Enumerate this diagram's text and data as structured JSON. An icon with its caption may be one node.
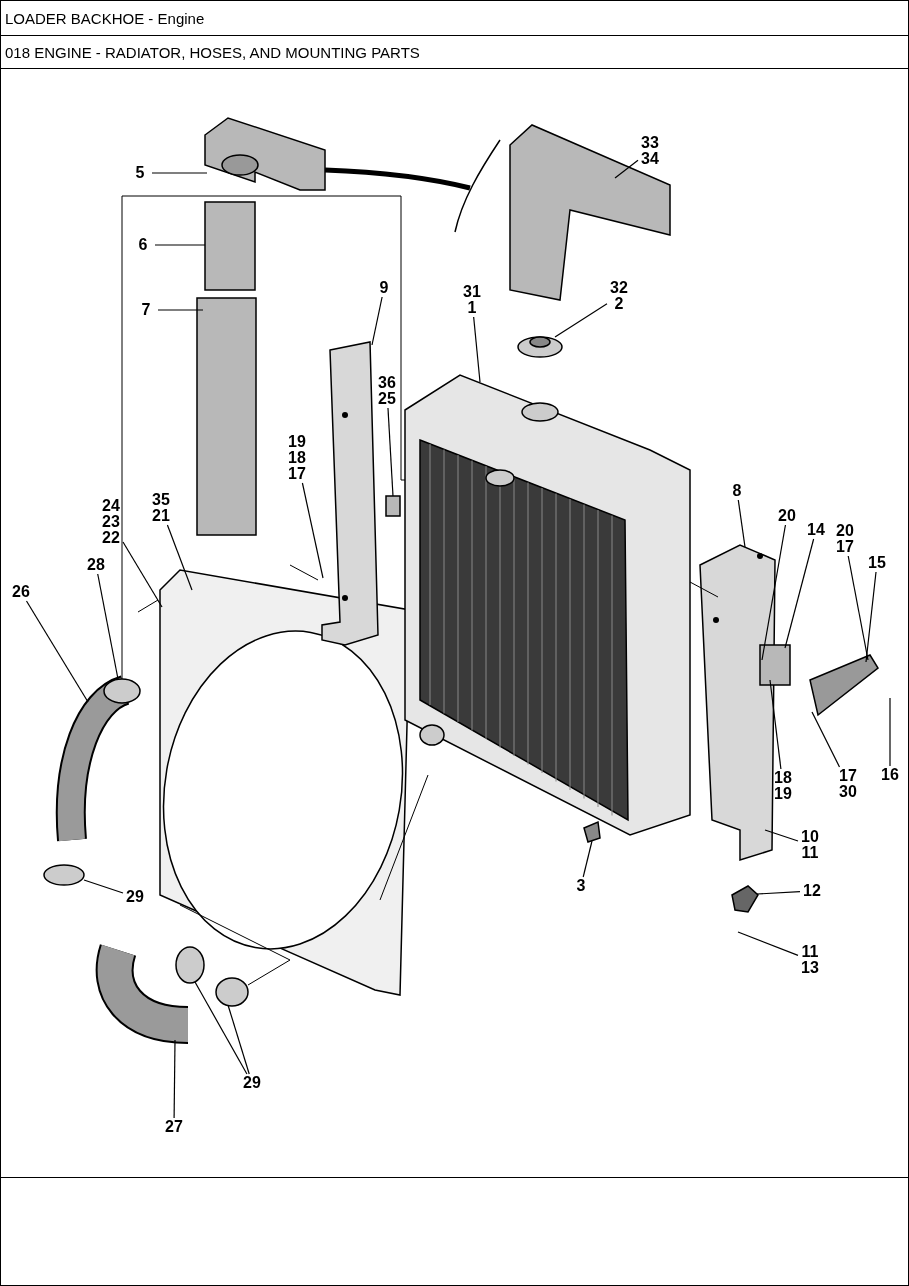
{
  "diagram": {
    "title": "LOADER BACKHOE - Engine",
    "nodes": [
      {
        "text": [
          "33",
          "34"
        ]
      },
      {
        "text": [
          "5"
        ]
      },
      {
        "text": [
          "6"
        ]
      },
      {
        "text": [
          "9"
        ]
      },
      {
        "text": [
          "31",
          "1"
        ]
      },
      {
        "text": [
          "32",
          "2"
        ]
      },
      {
        "text": [
          "7"
        ]
      },
      {
        "text": [
          "36",
          "25"
        ]
      },
      {
        "text": [
          "19",
          "18",
          "17"
        ]
      },
      {
        "text": [
          "8"
        ]
      },
      {
        "text": [
          "24",
          "23",
          "22"
        ]
      },
      {
        "text": [
          "35",
          "21"
        ]
      },
      {
        "text": [
          "20"
        ]
      },
      {
        "text": [
          "14"
        ]
      },
      {
        "text": [
          "20",
          "17"
        ]
      },
      {
        "text": [
          "15"
        ]
      },
      {
        "text": [
          "28"
        ]
      },
      {
        "text": [
          "26"
        ]
      },
      {
        "text": [
          "16"
        ]
      },
      {
        "text": [
          "18",
          "19"
        ]
      },
      {
        "text": [
          "17",
          "30"
        ]
      },
      {
        "text": [
          "10",
          "11"
        ]
      },
      {
        "text": [
          "3"
        ]
      },
      {
        "text": [
          "12"
        ]
      },
      {
        "text": [
          "29"
        ]
      },
      {
        "text": [
          "11",
          "13"
        ]
      },
      {
        "text": [
          "29"
        ]
      },
      {
        "text": [
          "27"
        ]
      },
      {
        "text": [],
        "shape": "picture"
      },
      {
        "text": [],
        "shape": "box"
      },
      {
        "text": [],
        "shape": "box"
      },
      {
        "text": [],
        "shape": "picture"
      },
      {
        "text": [],
        "shape": "picture"
      },
      {
        "text": [],
        "shape": "picture"
      },
      {
        "text": [],
        "shape": "picture"
      },
      {
        "text": [],
        "shape": "box"
      },
      {
        "text": [],
        "shape": "picture"
      },
      {
        "text": [],
        "shape": "picture"
      },
      {
        "text": [],
        "shape": "box"
      },
      {
        "text": [],
        "shape": "picture"
      },
      {
        "text": [],
        "shape": "picture"
      },
      {
        "text": [],
        "shape": "circle"
      },
      {
        "text": [],
        "shape": "circle"
      },
      {
        "text": [],
        "shape": "picture"
      },
      {
        "text": [],
        "shape": "circle"
      },
      {
        "text": [],
        "shape": "circle"
      },
      {
        "text": [],
        "shape": "picture"
      },
      {
        "text": [],
        "shape": "picture"
      }
    ],
    "edges": [
      {
        "from": 0,
        "to": 31,
        "arrow": "none"
      },
      {
        "from": 1,
        "to": 28,
        "arrow": "none"
      },
      {
        "from": 2,
        "to": 29,
        "arrow": "none"
      },
      {
        "from": 3,
        "to": 33,
        "arrow": "none"
      },
      {
        "from": 4,
        "to": 34,
        "arrow": "none"
      },
      {
        "from": 5,
        "to": 32,
        "arrow": "none"
      },
      {
        "from": 6,
        "to": 30,
        "arrow": "none"
      },
      {
        "from": 7,
        "to": 35,
        "arrow": "none"
      },
      {
        "from": 8,
        "to": 33,
        "arrow": "none"
      },
      {
        "from": 9,
        "to": 37,
        "arrow": "none"
      },
      {
        "from": 10,
        "to": 36,
        "arrow": "none"
      },
      {
        "from": 11,
        "to": 36,
        "arrow": "none"
      },
      {
        "from": 12,
        "to": 38,
        "arrow": "none"
      },
      {
        "from": 13,
        "to": 38,
        "arrow": "none"
      },
      {
        "from": 14,
        "to": 39,
        "arrow": "none"
      },
      {
        "from": 15,
        "to": 39,
        "arrow": "none"
      },
      {
        "from": 16,
        "to": 41,
        "arrow": "none"
      },
      {
        "from": 17,
        "to": 40,
        "arrow": "none"
      },
      {
        "from": 18,
        "to": null,
        "arrow": "none"
      },
      {
        "from": 19,
        "to": 38,
        "arrow": "none"
      },
      {
        "from": 20,
        "to": 39,
        "arrow": "none"
      },
      {
        "from": 21,
        "to": 37,
        "arrow": "none"
      },
      {
        "from": 22,
        "to": 46,
        "arrow": "none"
      },
      {
        "from": 23,
        "to": 47,
        "arrow": "none"
      },
      {
        "from": 24,
        "to": 42,
        "arrow": "none"
      },
      {
        "from": 25,
        "to": null,
        "arrow": "none"
      },
      {
        "from": 26,
        "to": 44,
        "arrow": "none"
      },
      {
        "from": 26,
        "to": 45,
        "arrow": "none"
      },
      {
        "from": 27,
        "to": 43,
        "arrow": "none"
      },
      {
        "from": 41,
        "to": 34,
        "arrow": "none"
      },
      {
        "from": 34,
        "to": 37,
        "arrow": "none"
      },
      {
        "from": 36,
        "to": 45,
        "arrow": "none"
      }
    ],
    "labels": [
      "018 ENGINE - RADIATOR, HOSES, AND MOUNTING PARTS"
    ]
  }
}
